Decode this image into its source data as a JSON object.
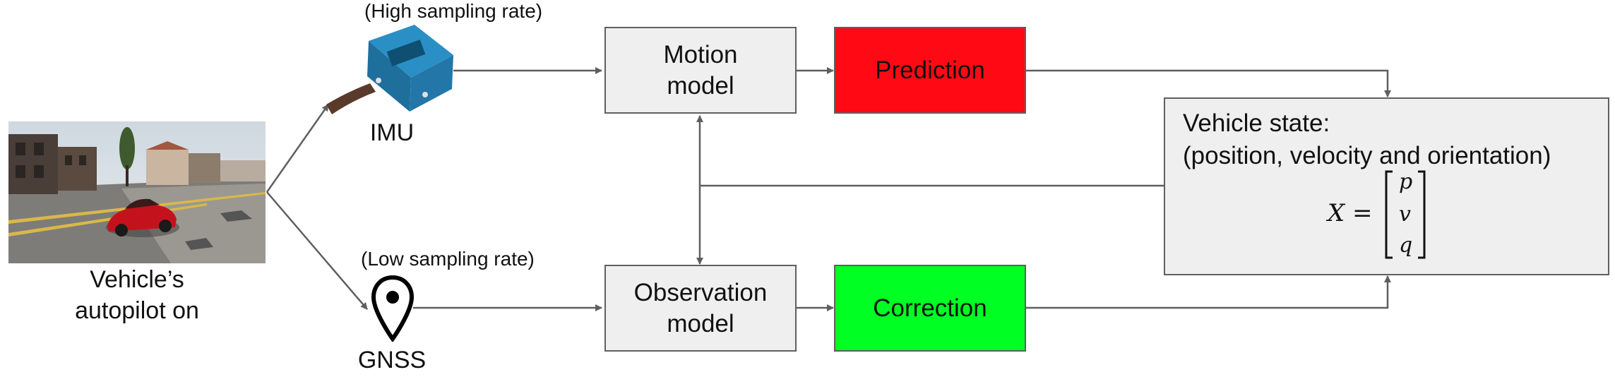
{
  "car_image": {
    "caption": "Vehicle’s\nautopilot on"
  },
  "imu": {
    "rate_note": "(High sampling rate)",
    "label": "IMU"
  },
  "gnss": {
    "rate_note": "(Low sampling rate)",
    "label": "GNSS"
  },
  "motion_model": {
    "label": "Motion\nmodel"
  },
  "observation_model": {
    "label": "Observation\nmodel"
  },
  "prediction": {
    "label": "Prediction",
    "color": "#ff0a14"
  },
  "correction": {
    "label": "Correction",
    "color": "#00ff22"
  },
  "vehicle_state": {
    "title": "Vehicle state:\n(position, velocity and orientation)",
    "equation_lhs": "X =",
    "vector": [
      "p",
      "v",
      "q"
    ]
  },
  "colors": {
    "box_fill": "#efefef",
    "box_border": "#5f5f5f",
    "arrow": "#5f5f5f"
  }
}
